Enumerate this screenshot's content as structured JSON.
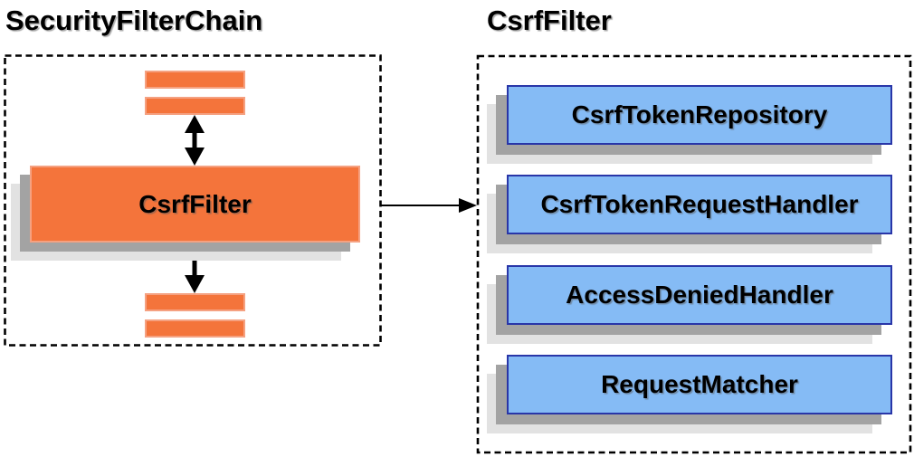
{
  "left_panel": {
    "title": "SecurityFilterChain",
    "filter_label": "CsrfFilter"
  },
  "right_panel": {
    "title": "CsrfFilter",
    "components": [
      {
        "label": "CsrfTokenRepository"
      },
      {
        "label": "CsrfTokenRequestHandler"
      },
      {
        "label": "AccessDeniedHandler"
      },
      {
        "label": "RequestMatcher"
      }
    ]
  },
  "icons": {
    "bidirectional_arrow": "↕",
    "flow_arrow": "→"
  },
  "colors": {
    "background": "#FFFFFF",
    "text": "#000000",
    "outline": "#000000",
    "orange_fill": "#F4743B",
    "orange_border": "#F5A181",
    "blue_fill": "#85BBF5",
    "blue_border": "#2936A8",
    "shadow_dark": "#A3A3A3",
    "shadow_light": "#E2E2E2"
  }
}
